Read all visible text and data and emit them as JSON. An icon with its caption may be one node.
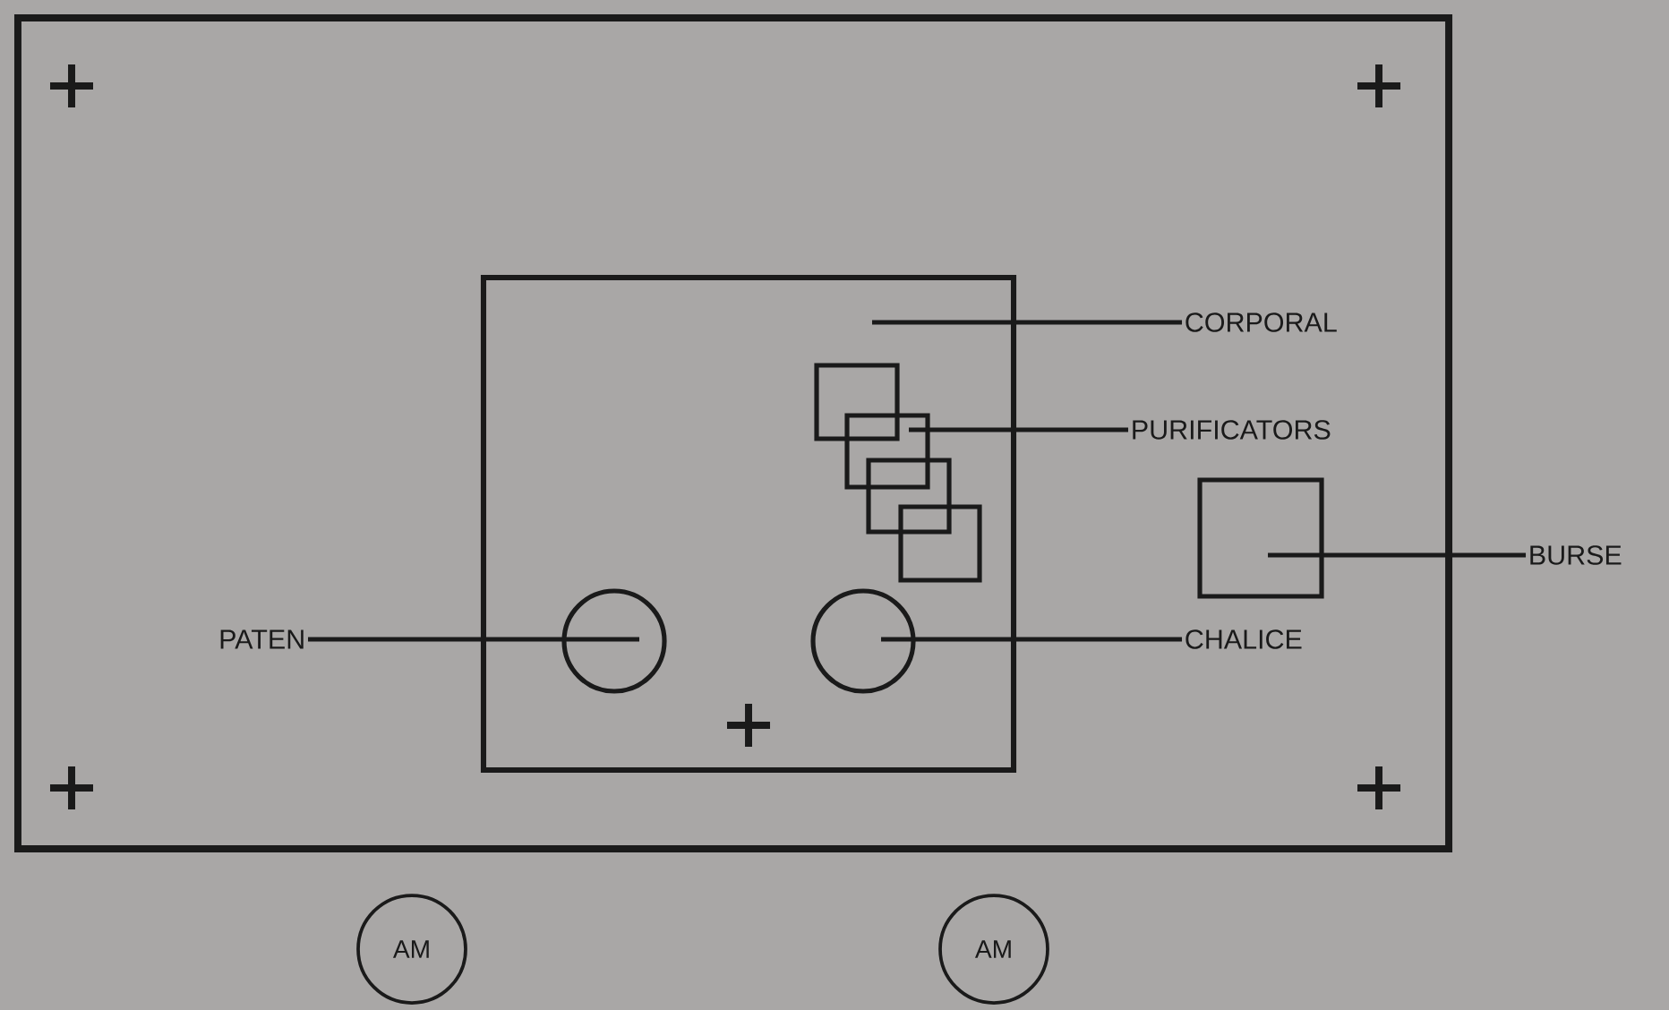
{
  "diagram": {
    "nodes": [
      {
        "text": [],
        "shape": "box"
      },
      {
        "text": [],
        "shape": "box",
        "in": 0
      },
      {
        "text": [],
        "shape": "box",
        "in": 1
      },
      {
        "text": [],
        "shape": "box",
        "in": 1
      },
      {
        "text": [],
        "shape": "box",
        "in": 1
      },
      {
        "text": [],
        "shape": "box",
        "in": 1
      },
      {
        "text": [],
        "shape": "box",
        "in": 0
      },
      {
        "text": [],
        "shape": "circle",
        "in": 1
      },
      {
        "text": [],
        "shape": "circle",
        "in": 1
      },
      {
        "text": [
          "CORPORAL"
        ],
        "in": 0
      },
      {
        "text": [
          "PURIFICATORS"
        ],
        "in": 0
      },
      {
        "text": [
          "BURSE"
        ]
      },
      {
        "text": [
          "PATEN"
        ],
        "in": 0
      },
      {
        "text": [
          "CHALICE"
        ],
        "in": 0
      },
      {
        "text": [
          "AM"
        ]
      },
      {
        "text": [
          "AM"
        ]
      }
    ],
    "edges": [
      {
        "from": 9,
        "to": 1,
        "arrow": "none"
      },
      {
        "from": 10,
        "to": 3,
        "arrow": "none"
      },
      {
        "from": 11,
        "to": 6,
        "arrow": "none"
      },
      {
        "from": 12,
        "to": 7,
        "arrow": "none"
      },
      {
        "from": 13,
        "to": 8,
        "arrow": "none"
      }
    ]
  }
}
